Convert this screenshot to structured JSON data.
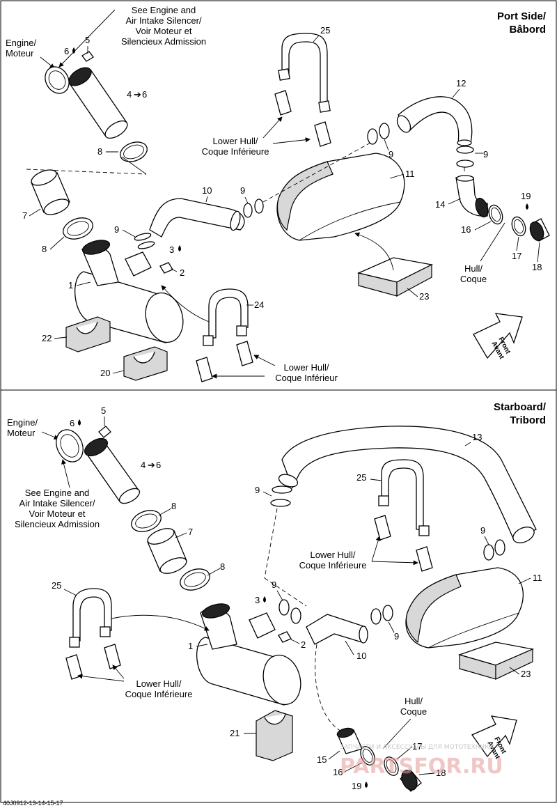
{
  "top": {
    "side_line1": "Port Side/",
    "side_line2": "Bâbord",
    "engine_line1": "Engine/",
    "engine_line2": "Moteur",
    "see_engine": [
      "See Engine and",
      "Air Intake Silencer/",
      "Voir Moteur et",
      "Silencieux Admission"
    ],
    "lower_hull_a": [
      "Lower Hull/",
      "Coque Inférieure"
    ],
    "lower_hull_b": [
      "Lower Hull/",
      "Coque Inférieur"
    ],
    "hull": [
      "Hull/",
      "Coque"
    ],
    "front": [
      "Front",
      "Avant"
    ],
    "numbers": {
      "n1": "1",
      "n2": "2",
      "n3": "3",
      "n4": "4",
      "n6": "6",
      "n5": "5",
      "n7": "7",
      "n8": "8",
      "n9": "9",
      "n10": "10",
      "n11": "11",
      "n12": "12",
      "n14": "14",
      "n16": "16",
      "n17": "17",
      "n18": "18",
      "n19": "19",
      "n20": "20",
      "n22": "22",
      "n23": "23",
      "n24": "24",
      "n25": "25"
    }
  },
  "bottom": {
    "side_line1": "Starboard/",
    "side_line2": "Tribord",
    "engine_line1": "Engine/",
    "engine_line2": "Moteur",
    "see_engine": [
      "See Engine and",
      "Air Intake Silencer/",
      "Voir Moteur et",
      "Silencieux Admission"
    ],
    "lower_hull_a": [
      "Lower Hull/",
      "Coque Inférieure"
    ],
    "lower_hull_b": [
      "Lower Hull/",
      "Coque Inférieure"
    ],
    "hull": [
      "Hull/",
      "Coque"
    ],
    "front": [
      "Front",
      "Avant"
    ],
    "numbers": {
      "n1": "1",
      "n2": "2",
      "n3": "3",
      "n4": "4",
      "n6": "6",
      "n5": "5",
      "n7": "7",
      "n8": "8",
      "n9": "9",
      "n10": "10",
      "n11": "11",
      "n13": "13",
      "n15": "15",
      "n16": "16",
      "n17": "17",
      "n18": "18",
      "n19": "19",
      "n21": "21",
      "n23": "23",
      "n25": "25"
    }
  },
  "footer": {
    "code": "40J0912-13-14-15-17",
    "watermark_small": "ЗАПЧАСТИ И АКСЕССУАРЫ ДЛЯ МОТОТЕХНИКИ",
    "watermark_big": "PARTSFOR.RU"
  }
}
